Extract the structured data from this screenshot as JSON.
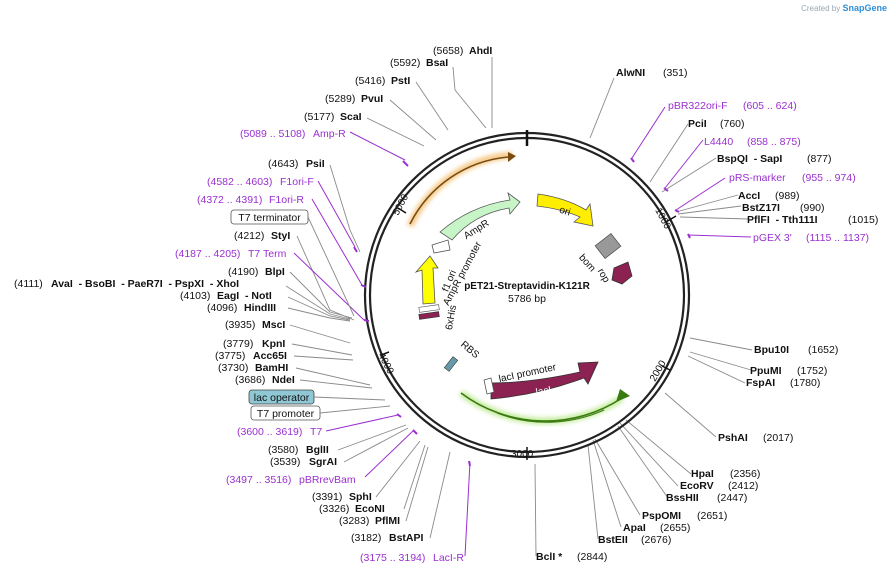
{
  "credit": {
    "prefix": "Created by",
    "brand": "SnapGene"
  },
  "plasmid": {
    "name": "pET21-Streptavidin-K121R",
    "size": "5786 bp"
  },
  "ring_ticks": [
    "1000",
    "2000",
    "3000",
    "4000",
    "5000"
  ],
  "features": {
    "ori": "ori",
    "ampr": "AmpR",
    "ampr_promoter": "AmpR promoter",
    "f1ori": "f1 ori",
    "bom": "bom",
    "rop": "rop",
    "laci": "lacI",
    "laci_promoter": "lacI promoter",
    "rbs": "RBS",
    "his": "6xHis"
  },
  "sites": [
    {
      "pos": "(5658)",
      "name": "AhdI"
    },
    {
      "pos": "(5592)",
      "name": "BsaI"
    },
    {
      "pos": "(5416)",
      "name": "PstI"
    },
    {
      "pos": "(5289)",
      "name": "PvuI"
    },
    {
      "pos": "(5177)",
      "name": "ScaI"
    },
    {
      "pos": "(4643)",
      "name": "PsiI"
    },
    {
      "pos": "(4212)",
      "name": "StyI"
    },
    {
      "pos": "(4190)",
      "name": "BlpI"
    },
    {
      "pos": "(4111)",
      "name": "AvaI  - BsoBI  - PaeR7I  - PspXI  - XhoI"
    },
    {
      "pos": "(4103)",
      "name": "EagI  - NotI"
    },
    {
      "pos": "(4096)",
      "name": "HindIII"
    },
    {
      "pos": "(3935)",
      "name": "MscI"
    },
    {
      "pos": "(3779)",
      "name": "KpnI"
    },
    {
      "pos": "(3775)",
      "name": "Acc65I"
    },
    {
      "pos": "(3730)",
      "name": "BamHI"
    },
    {
      "pos": "(3686)",
      "name": "NdeI"
    },
    {
      "pos": "(3580)",
      "name": "BglII"
    },
    {
      "pos": "(3539)",
      "name": "SgrAI"
    },
    {
      "pos": "(3391)",
      "name": "SphI"
    },
    {
      "pos": "(3326)",
      "name": "EcoNI"
    },
    {
      "pos": "(3283)",
      "name": "PflMI"
    },
    {
      "pos": "(3182)",
      "name": "BstAPI"
    },
    {
      "pos": "(351)",
      "name": "AlwNI"
    },
    {
      "pos": "(760)",
      "name": "PciI"
    },
    {
      "pos": "(877)",
      "name": "BspQI  - SapI"
    },
    {
      "pos": "(989)",
      "name": "AccI"
    },
    {
      "pos": "(990)",
      "name": "BstZ17I"
    },
    {
      "pos": "(1015)",
      "name": "PflFI  - Tth111I"
    },
    {
      "pos": "(1652)",
      "name": "Bpu10I"
    },
    {
      "pos": "(1752)",
      "name": "PpuMI"
    },
    {
      "pos": "(1780)",
      "name": "FspAI"
    },
    {
      "pos": "(2017)",
      "name": "PshAI"
    },
    {
      "pos": "(2356)",
      "name": "HpaI"
    },
    {
      "pos": "(2412)",
      "name": "EcoRV"
    },
    {
      "pos": "(2447)",
      "name": "BssHII"
    },
    {
      "pos": "(2651)",
      "name": "PspOMI"
    },
    {
      "pos": "(2655)",
      "name": "ApaI"
    },
    {
      "pos": "(2676)",
      "name": "BstEII"
    },
    {
      "pos": "(2844)",
      "name": "BclI *"
    }
  ],
  "primers": [
    {
      "name": "Amp-R",
      "range": "(5089 .. 5108)"
    },
    {
      "name": "F1ori-F",
      "range": "(4582 .. 4603)"
    },
    {
      "name": "F1ori-R",
      "range": "(4372 .. 4391)"
    },
    {
      "name": "T7 Term",
      "range": "(4187 .. 4205)"
    },
    {
      "name": "T7",
      "range": "(3600 .. 3619)"
    },
    {
      "name": "pBRrevBam",
      "range": "(3497 .. 3516)"
    },
    {
      "name": "LacI-R",
      "range": "(3175 .. 3194)"
    },
    {
      "name": "pBR322ori-F",
      "range": "(605 .. 624)"
    },
    {
      "name": "L4440",
      "range": "(858 .. 875)"
    },
    {
      "name": "pRS-marker",
      "range": "(955 .. 974)"
    },
    {
      "name": "pGEX 3'",
      "range": "(1115 .. 1137)"
    }
  ],
  "boxes": {
    "t7_terminator": "T7 terminator",
    "lac_operator": "lac operator",
    "t7_promoter": "T7 promoter"
  },
  "colors": {
    "ring": "#222222",
    "primer": "#9b30d0",
    "ori": "#ffee00",
    "ampr": "#c8f5c8",
    "f1ori": "#ffff00",
    "laci": "#8b2252",
    "laci_promoter": "#77cc33",
    "rop": "#8b2252",
    "bom": "#999999",
    "lac_operator": "#8fc7d4",
    "his": "#8b2252"
  }
}
